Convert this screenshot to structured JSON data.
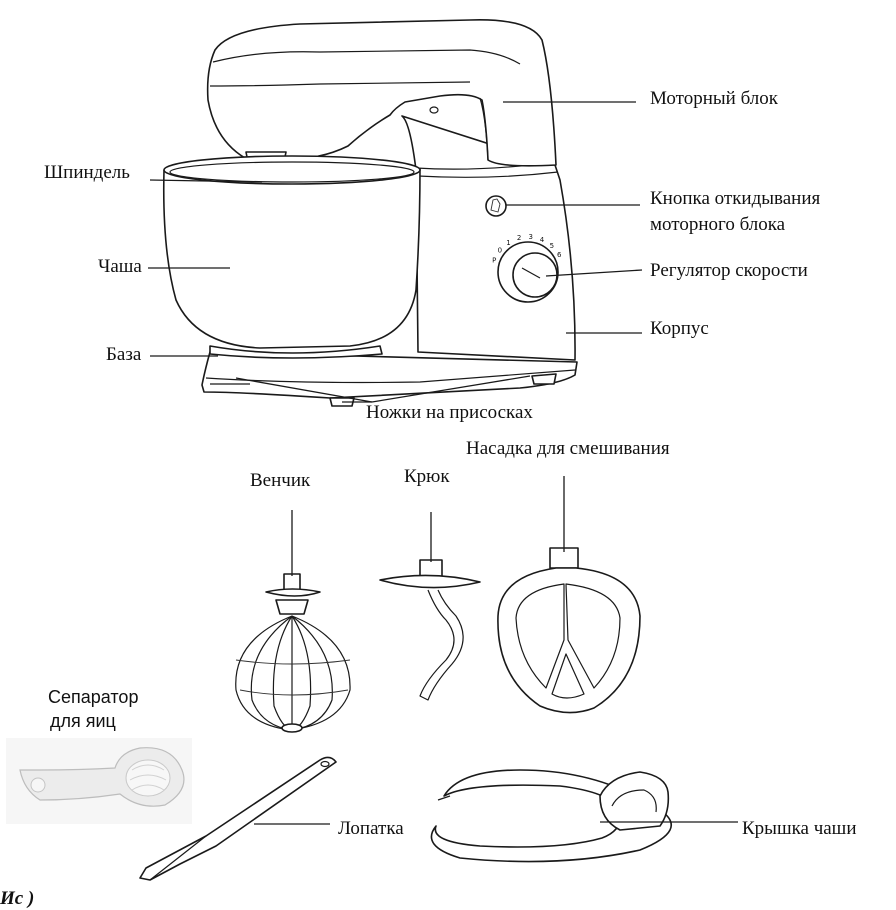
{
  "labels": {
    "motor_block": "Моторный блок",
    "spindle": "Шпиндель",
    "tilt_button_line1": "Кнопка откидывания",
    "tilt_button_line2": "моторного блока",
    "bowl": "Чаша",
    "speed_regulator": "Регулятор скорости",
    "housing": "Корпус",
    "base": "База",
    "suction_feet": "Ножки на присосках",
    "mixing_attachment": "Насадка для смешивания",
    "whisk": "Венчик",
    "hook": "Крюк",
    "egg_separator_line1": "Сепаратор",
    "egg_separator_line2": "для яиц",
    "spatula": "Лопатка",
    "bowl_lid": "Крышка чаши",
    "partial_text": "Ис )"
  },
  "dial_marks": [
    "P",
    "0",
    "1",
    "2",
    "3",
    "4",
    "5",
    "6"
  ]
}
